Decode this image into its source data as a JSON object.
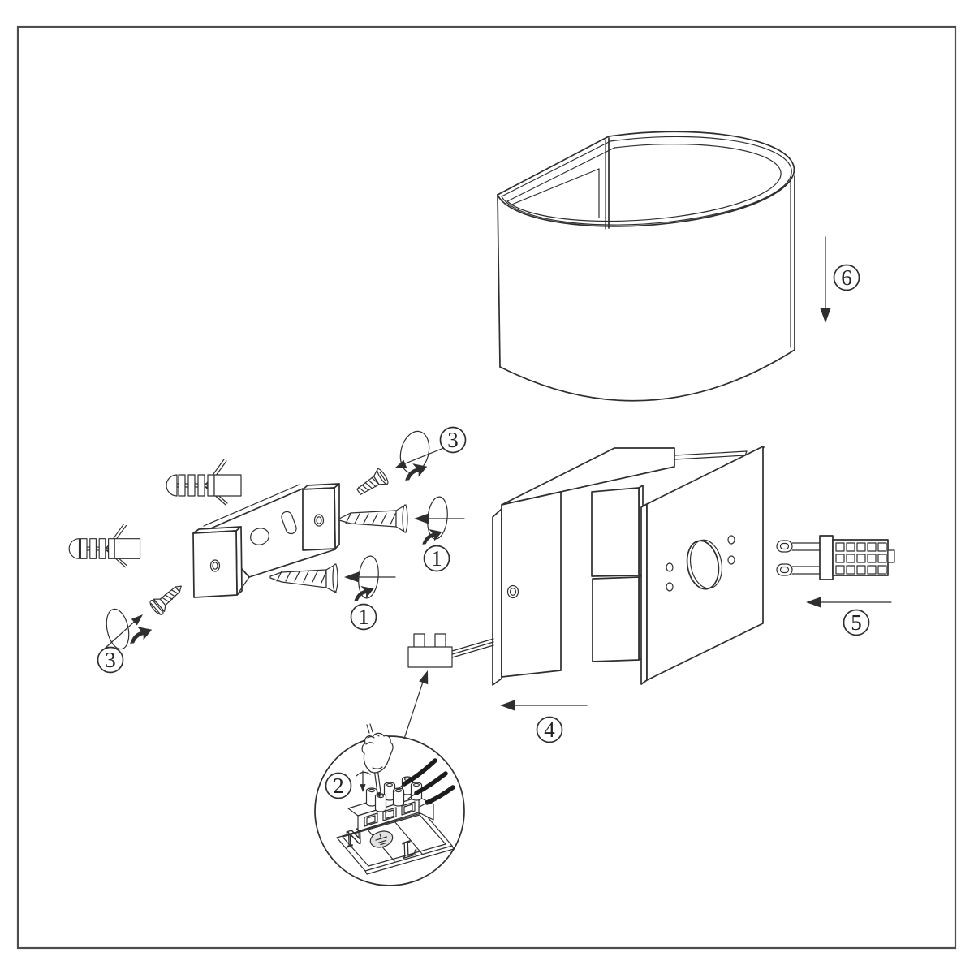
{
  "figure": {
    "background": "#ffffff",
    "line_color": "#2e2e2e",
    "border_color": "#4d4d4d"
  },
  "callouts": {
    "wood_screw_upper": "1",
    "wood_screw_lower": "1",
    "wiring_detail": "2",
    "mounting_screw_upper": "3",
    "mounting_screw_lower": "3",
    "lamp_body": "4",
    "bulb": "5",
    "shade": "6"
  },
  "terminal_markings": {
    "neutral": "N",
    "live": "L",
    "earth_icon": "earth-ground-symbol"
  }
}
